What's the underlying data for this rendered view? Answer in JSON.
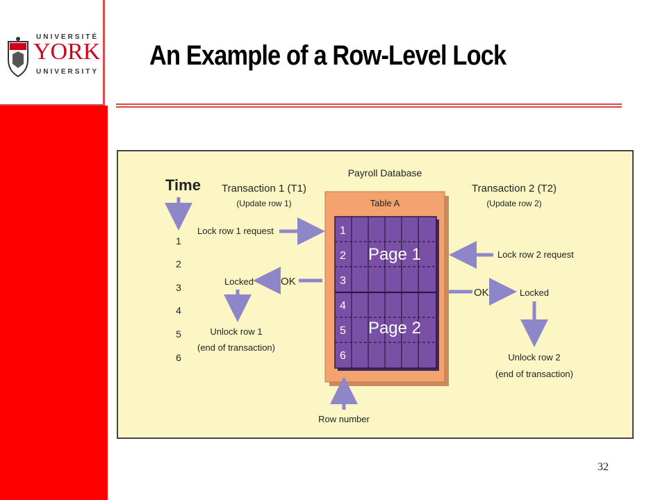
{
  "slide": {
    "title": "An Example of a Row-Level Lock",
    "page_number": "32"
  },
  "logo": {
    "line1": "UNIVERSITÉ",
    "line2": "YORK",
    "line3": "UNIVERSITY"
  },
  "diagram": {
    "database_label": "Payroll Database",
    "table_label": "Table A",
    "time_label": "Time",
    "time_steps": [
      "1",
      "2",
      "3",
      "4",
      "5",
      "6"
    ],
    "row_numbers": [
      "1",
      "2",
      "3",
      "4",
      "5",
      "6"
    ],
    "page1_label": "Page 1",
    "page2_label": "Page 2",
    "row_number_label": "Row number",
    "t1": {
      "title": "Transaction 1 (T1)",
      "subtitle": "(Update row 1)",
      "request": "Lock row 1 request",
      "ok": "OK",
      "locked": "Locked",
      "unlock": "Unlock row 1",
      "unlock_note": "(end of transaction)"
    },
    "t2": {
      "title": "Transaction 2 (T2)",
      "subtitle": "(Update row 2)",
      "request": "Lock row 2 request",
      "ok": "OK",
      "locked": "Locked",
      "unlock": "Unlock row 2",
      "unlock_note": "(end of transaction)"
    },
    "colors": {
      "background": "#fcf6c4",
      "table_frame": "#f4a36e",
      "grid": "#7a4fa6",
      "arrow": "#8d86c9"
    }
  }
}
